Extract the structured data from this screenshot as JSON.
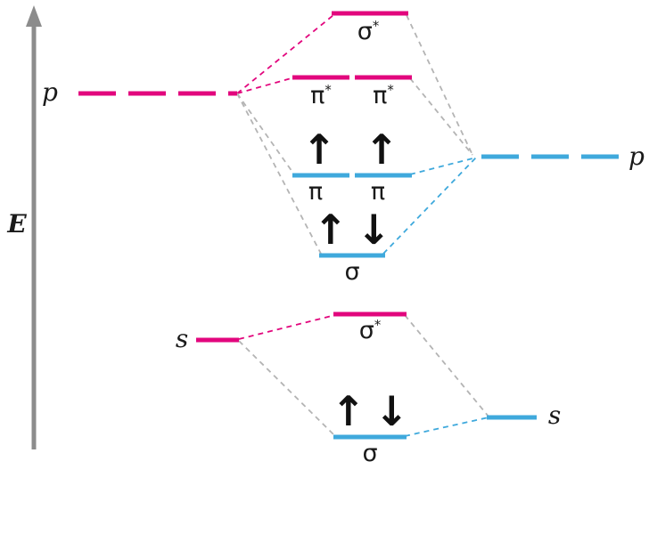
{
  "colors": {
    "pink": "#e2067d",
    "blue": "#3fa9dc",
    "axis_gray": "#8c8c8c",
    "connector_gray": "#b4b4b4",
    "text": "#1a1a1a",
    "electron_black": "#111111"
  },
  "axis": {
    "label": "E"
  },
  "p_block": {
    "left_ao_label": "p",
    "right_ao_label": "p",
    "sigma_star": {
      "base": "σ",
      "sup": "*"
    },
    "pi_star_left": {
      "base": "π",
      "sup": "*"
    },
    "pi_star_right": {
      "base": "π",
      "sup": "*"
    },
    "pi_left": {
      "base": "π",
      "electron_up": "↑"
    },
    "pi_right": {
      "base": "π",
      "electron_up": "↑"
    },
    "sigma": {
      "base": "σ",
      "electron_up": "↑",
      "electron_down": "↓"
    }
  },
  "s_block": {
    "left_ao_label": "s",
    "right_ao_label": "s",
    "sigma_star": {
      "base": "σ",
      "sup": "*"
    },
    "sigma": {
      "base": "σ",
      "electron_up": "↑",
      "electron_down": "↓"
    }
  }
}
